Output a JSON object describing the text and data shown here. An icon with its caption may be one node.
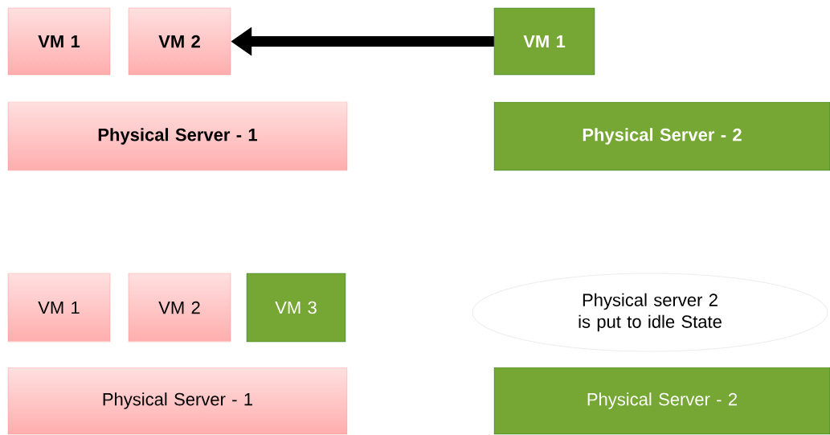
{
  "diagram": {
    "nodes": [
      {
        "text": [
          "VM 1"
        ]
      },
      {
        "text": [
          "VM 2"
        ]
      },
      {
        "text": [
          "VM 1"
        ]
      },
      {
        "text": [
          "Physical Server - 1"
        ]
      },
      {
        "text": [
          "Physical Server - 2"
        ]
      },
      {
        "text": [
          "VM 1"
        ]
      },
      {
        "text": [
          "VM 2"
        ]
      },
      {
        "text": [
          "VM 3"
        ]
      },
      {
        "text": [
          "Physical server 2 is put to idle State"
        ]
      },
      {
        "text": [
          "Physical Server - 1"
        ]
      },
      {
        "text": [
          "Physical Server - 2"
        ]
      }
    ],
    "edges": [
      {
        "from": 2,
        "to": 1,
        "arrow": "to"
      }
    ]
  }
}
